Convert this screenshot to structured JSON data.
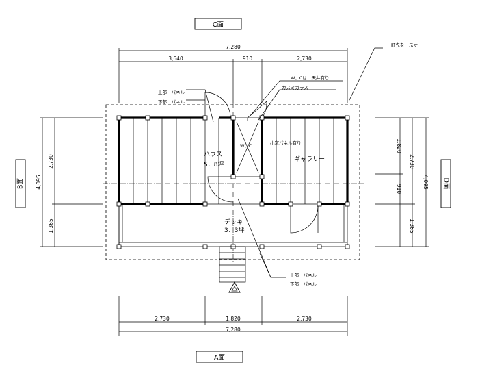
{
  "faces": {
    "top": "C面",
    "bottom": "A面",
    "left": "B面",
    "right": "D面"
  },
  "dimensions": {
    "top_total": "7,280",
    "top_segments": [
      "3,640",
      "910",
      "2,730"
    ],
    "bottom_segments": [
      "2,730",
      "1,820",
      "2,730"
    ],
    "bottom_total": "7,280",
    "left_total": "4,095",
    "left_segments": [
      "2,730",
      "1,365"
    ],
    "right_total": "4,095",
    "right_segments": [
      "1,820",
      "910",
      "1,365"
    ],
    "right_inner": "2,730"
  },
  "labels": {
    "eave_note": "軒先を　示す",
    "wc_note": "W．Cは　天井有り",
    "glass_note": "カスミガラス",
    "panel_upper_top": "上部　パネル",
    "panel_lower_top": "下部　パネル",
    "house": "ハウス",
    "house_area": "5．8坪",
    "wc": "W．C",
    "small_window": "小窓パネル有り",
    "gallery": "ギャラリー",
    "deck": "デッキ",
    "deck_area": "3．3坪",
    "panel_upper_bottom": "上部　パネル",
    "panel_lower_bottom": "下部　パネル"
  }
}
